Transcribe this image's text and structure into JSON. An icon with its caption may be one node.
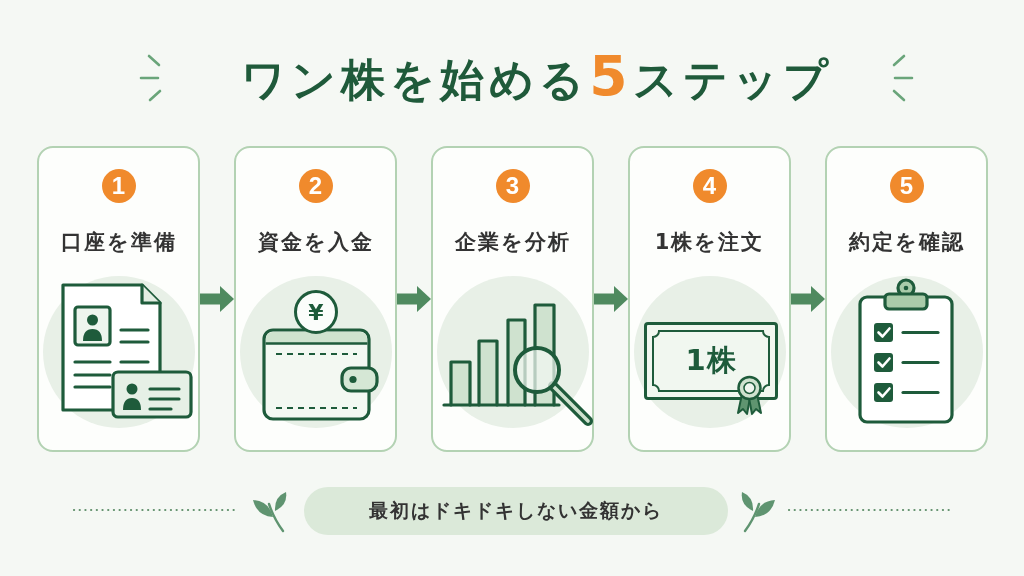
{
  "diagram": {
    "title": "ワン株を始める5ステップ",
    "nodes": [
      {
        "text": [
          "口座を準備"
        ]
      },
      {
        "text": [
          "1"
        ],
        "in": 0
      },
      {
        "text": [
          "資金を入金"
        ]
      },
      {
        "text": [
          "2"
        ],
        "in": 2
      },
      {
        "text": [
          "¥"
        ],
        "in": 2
      },
      {
        "text": [
          "企業を分析"
        ]
      },
      {
        "text": [
          "3"
        ],
        "in": 5
      },
      {
        "text": [
          "1株を注文"
        ]
      },
      {
        "text": [
          "4"
        ],
        "in": 7
      },
      {
        "text": [
          "1株"
        ],
        "in": 7
      },
      {
        "text": [
          "約定を確認"
        ]
      },
      {
        "text": [
          "5"
        ],
        "in": 10
      },
      {
        "text": [
          "最初はドキドキしない金額から"
        ]
      }
    ],
    "edges": [
      {
        "from": 0,
        "to": 2,
        "arrow": "to"
      },
      {
        "from": 2,
        "to": 5,
        "arrow": "to"
      },
      {
        "from": 5,
        "to": 7,
        "arrow": "to"
      },
      {
        "from": 7,
        "to": 10,
        "arrow": "to"
      }
    ]
  }
}
